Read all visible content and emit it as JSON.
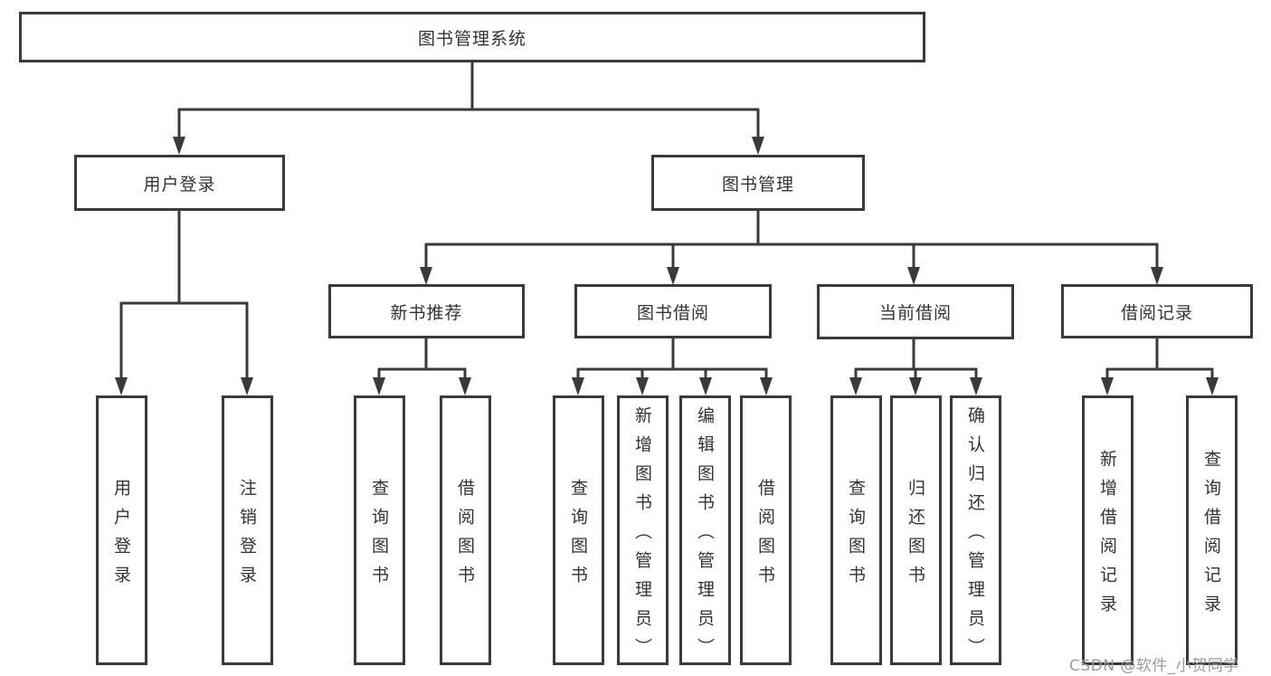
{
  "diagram_type": "hierarchy-tree",
  "colors": {
    "background": "#ffffff",
    "box_border": "#3a3a3a",
    "box_fill": "#ffffff",
    "line": "#3a3a3a",
    "text": "#333333",
    "watermark": "#9b9b9b"
  },
  "nodes": {
    "root": {
      "label": "图书管理系统"
    },
    "user_login": {
      "label": "用户登录"
    },
    "book_management": {
      "label": "图书管理"
    },
    "new_book_recommend": {
      "label": "新书推荐"
    },
    "book_borrow": {
      "label": "图书借阅"
    },
    "current_borrow": {
      "label": "当前借阅"
    },
    "borrow_records": {
      "label": "借阅记录"
    },
    "leaf_user_login": {
      "label": "用户登录"
    },
    "leaf_logout": {
      "label": "注销登录"
    },
    "leaf_nb_query_book": {
      "label": "查询图书"
    },
    "leaf_nb_borrow_book": {
      "label": "借阅图书"
    },
    "leaf_bb_query_book": {
      "label": "查询图书"
    },
    "leaf_bb_add_book": {
      "label": "新增图书（管理员）"
    },
    "leaf_bb_edit_book": {
      "label": "编辑图书（管理员）"
    },
    "leaf_bb_borrow_book": {
      "label": "借阅图书"
    },
    "leaf_cb_query_book": {
      "label": "查询图书"
    },
    "leaf_cb_return_book": {
      "label": "归还图书"
    },
    "leaf_cb_confirm_return": {
      "label": "确认归还（管理员）"
    },
    "leaf_br_add_record": {
      "label": "新增借阅记录"
    },
    "leaf_br_query_record": {
      "label": "查询借阅记录"
    }
  },
  "hierarchy": {
    "图书管理系统": {
      "用户登录": [
        "用户登录",
        "注销登录"
      ],
      "图书管理": {
        "新书推荐": [
          "查询图书",
          "借阅图书"
        ],
        "图书借阅": [
          "查询图书",
          "新增图书（管理员）",
          "编辑图书（管理员）",
          "借阅图书"
        ],
        "当前借阅": [
          "查询图书",
          "归还图书",
          "确认归还（管理员）"
        ],
        "借阅记录": [
          "新增借阅记录",
          "查询借阅记录"
        ]
      }
    }
  },
  "watermark": {
    "text": "CSDN @软件_小贺同学"
  }
}
